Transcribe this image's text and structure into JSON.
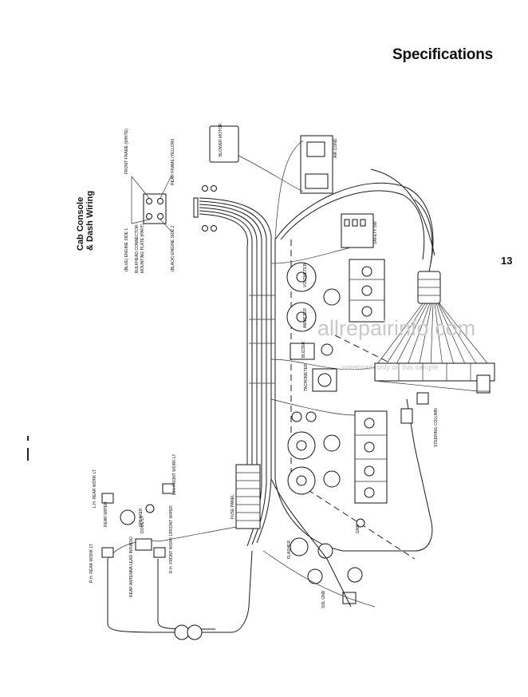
{
  "header": {
    "title": "Specifications"
  },
  "page_number": "13",
  "diagram": {
    "title_line1": "Cab Console",
    "title_line2": "& Dash Wiring",
    "watermark": "allrepairinfo.com",
    "watermark_sub": "watermark only on this sample",
    "legend": {
      "front_frame": "FRONT FRAME (WHITE)",
      "rear_frame": "REAR FRAME (YELLOW)",
      "engine_side_1": "(BLUE) ENGINE SIDE 1",
      "bulkhead": "BULKHEAD CONNECTOR-",
      "mounting_plate": "MOUNTING PLATE (PART)",
      "engine_side_2": "(BLACK) ENGINE SIDE 2"
    },
    "labels": {
      "blower_motor": "BLOWER MOTOR",
      "voltmeter": "VOLTMETER",
      "ammeter": "AMMETER",
      "buzzer": "BUZZER",
      "tachometer": "TACHOMETER",
      "steering_column": "STEERING COLUMN",
      "speaker": "SPEAKER",
      "radio": "RADIO",
      "dome_lt": "DOME LT",
      "rh_front_work_lt": "R.H. FRONT WORK LT",
      "lh_rear_work_lt": "L.H. REAR WORK LT",
      "rh_rear_work_lt": "R.H. REAR WORK LT",
      "lh_front_work_lt": "L.H. FRONT WORK LT",
      "front_wiper": "FRONT WIPER",
      "rear_wiper": "REAR WIPER",
      "rear_antenna_lead_in": "REAR ANTENNA LEAD IN",
      "safety_sw": "SAFETY SW",
      "air_cond": "AIR COND",
      "fuse_panel": "FUSE PANEL",
      "sol_gnd": "SOL GND",
      "flasher": "FLASHER",
      "gnd": "GND"
    }
  }
}
